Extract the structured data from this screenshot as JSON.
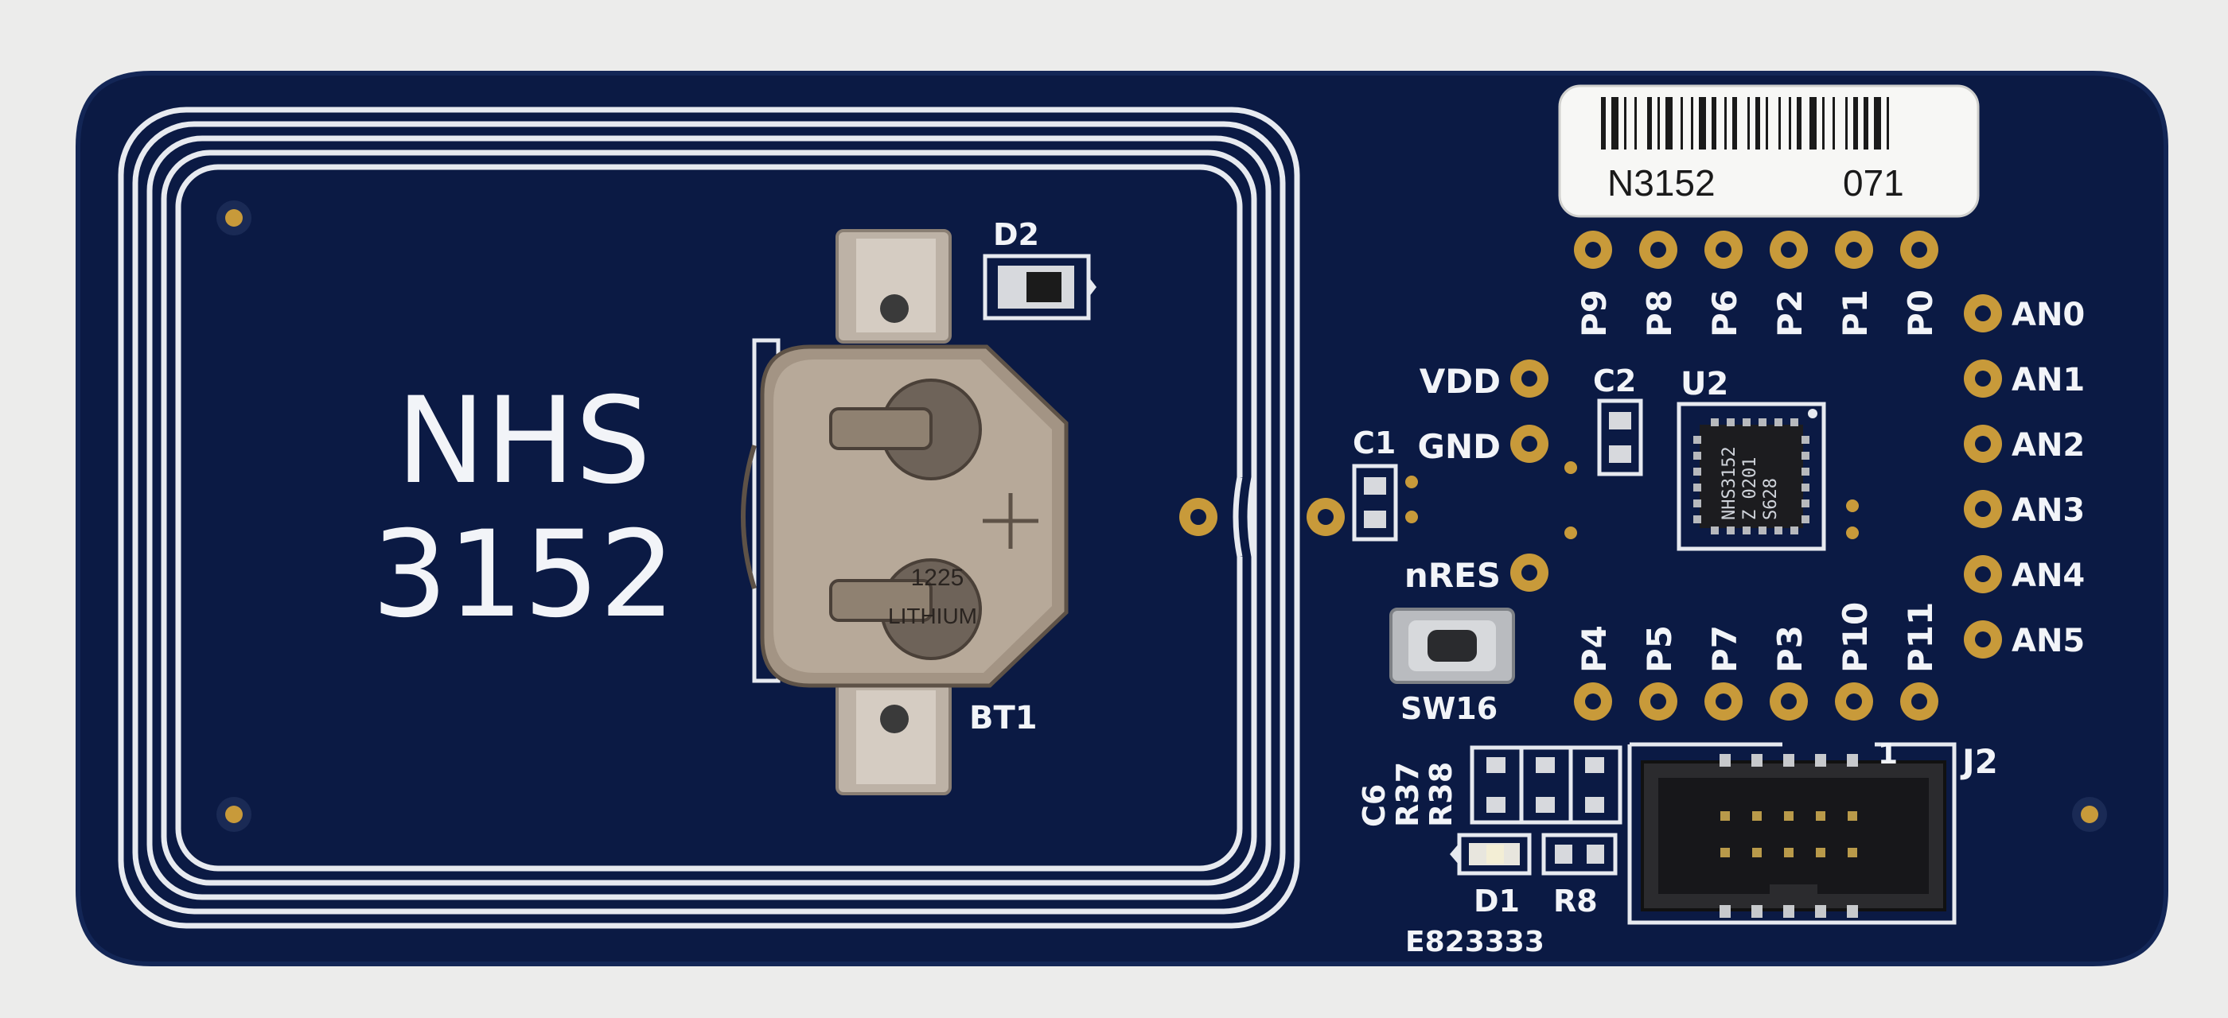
{
  "board": {
    "colors": {
      "background": "#ececeb",
      "pcb": "#0b1a44",
      "silkscreen": "#f2f4f8",
      "gold_pad": "#c89a3a",
      "metal": "#b5a89a"
    },
    "title_line1": "NHS",
    "title_line2": "3152",
    "barcode_label": {
      "left_text": "N3152",
      "right_text": "071"
    },
    "designators": {
      "d2": "D2",
      "bt1": "BT1",
      "c1": "C1",
      "c2": "C2",
      "u2": "U2",
      "sw16": "SW16",
      "c6": "C6",
      "r37": "R37",
      "r38": "R38",
      "d1": "D1",
      "r8": "R8",
      "j2": "J2",
      "pin1_marker": "1",
      "part_number": "E823333"
    },
    "power_labels": {
      "vdd": "VDD",
      "gnd": "GND",
      "nres": "nRES"
    },
    "top_pins": [
      "P9",
      "P8",
      "P6",
      "P2",
      "P1",
      "P0"
    ],
    "bottom_pins": [
      "P4",
      "P5",
      "P7",
      "P3",
      "P10",
      "P11"
    ],
    "analog_pins": [
      "AN0",
      "AN1",
      "AN2",
      "AN3",
      "AN4",
      "AN5"
    ],
    "chip_marking": {
      "line1": "NHS3152",
      "line2": "Z 0201",
      "line3": "S628"
    },
    "battery_marking": {
      "code": "1225",
      "text": "LITHIUM"
    }
  }
}
